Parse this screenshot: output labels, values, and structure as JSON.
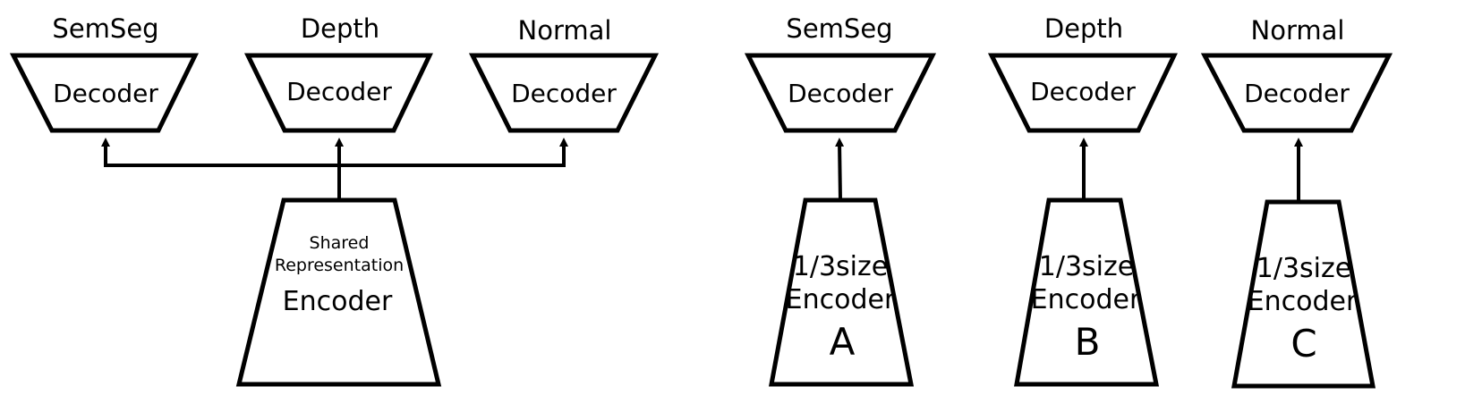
{
  "shared": {
    "tasks": [
      "SemSeg",
      "Depth",
      "Normal"
    ],
    "decoder_label": "Decoder",
    "encoder_note_line1": "Shared",
    "encoder_note_line2": "Representation",
    "encoder_label": "Encoder"
  },
  "split": {
    "tasks": [
      "SemSeg",
      "Depth",
      "Normal"
    ],
    "decoder_label": "Decoder",
    "encoder_line1": "1/3size",
    "encoder_line2": "Encoder",
    "encoder_letters": [
      "A",
      "B",
      "C"
    ]
  }
}
